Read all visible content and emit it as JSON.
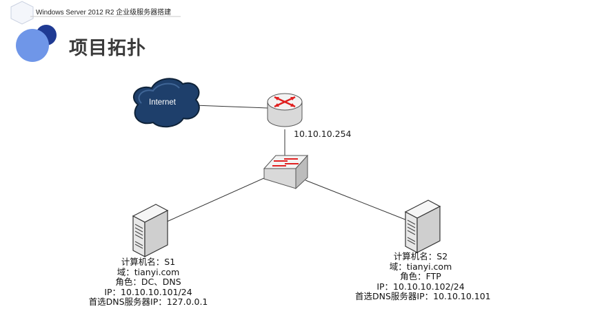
{
  "header": {
    "caption": "Windows Server 2012 R2 企业级服务器搭建"
  },
  "title": "项目拓扑",
  "diagram": {
    "cloud_label": "Internet",
    "router_ip": "10.10.10.254",
    "s1": {
      "lines": [
        "计算机名：S1",
        "域：tianyi.com",
        "角色：DC、DNS",
        "IP：10.10.10.101/24",
        "首选DNS服务器IP：127.0.0.1"
      ]
    },
    "s2": {
      "lines": [
        "计算机名：S2",
        "域：tianyi.com",
        "角色：FTP",
        "IP：10.10.10.102/24",
        "首选DNS服务器IP：10.10.10.101"
      ]
    }
  },
  "colors": {
    "circle_dark": "#1f3a93",
    "circle_light": "#6f96e8",
    "cloud": "#1e3f6b",
    "network_red": "#e02020"
  }
}
